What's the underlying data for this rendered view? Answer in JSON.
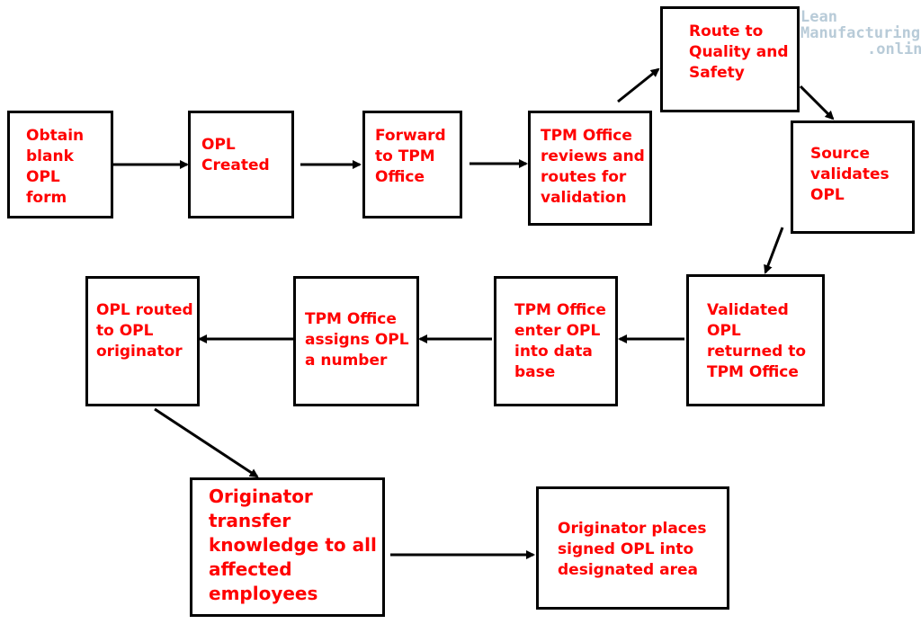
{
  "colors": {
    "text": "#ff0000",
    "border": "#000000",
    "arrow": "#000000",
    "watermark": "#9bb6c8"
  },
  "watermark": {
    "line1": "Lean",
    "line2": "Manufacturing",
    "line3": ".online",
    "icon": "gear-chart-logo-icon"
  },
  "steps": {
    "obtain": "Obtain\nblank\nOPL\nform",
    "created": "OPL\nCreated",
    "forward": "Forward\nto TPM\nOffice",
    "reviews": "TPM Office\nreviews and\nroutes for\nvalidation",
    "route": "Route to\nQuality and\nSafety",
    "source": "Source\nvalidates\nOPL",
    "returned": "Validated\nOPL\nreturned to\nTPM Office",
    "enter": "TPM Office\nenter OPL\ninto data\nbase",
    "assigns": "TPM Office\nassigns OPL\na number",
    "routed": "OPL routed\nto OPL\noriginator",
    "transfer": "Originator\ntransfer\nknowledge to all\naffected\nemployees",
    "places": "Originator places\nsigned OPL into\ndesignated area"
  }
}
